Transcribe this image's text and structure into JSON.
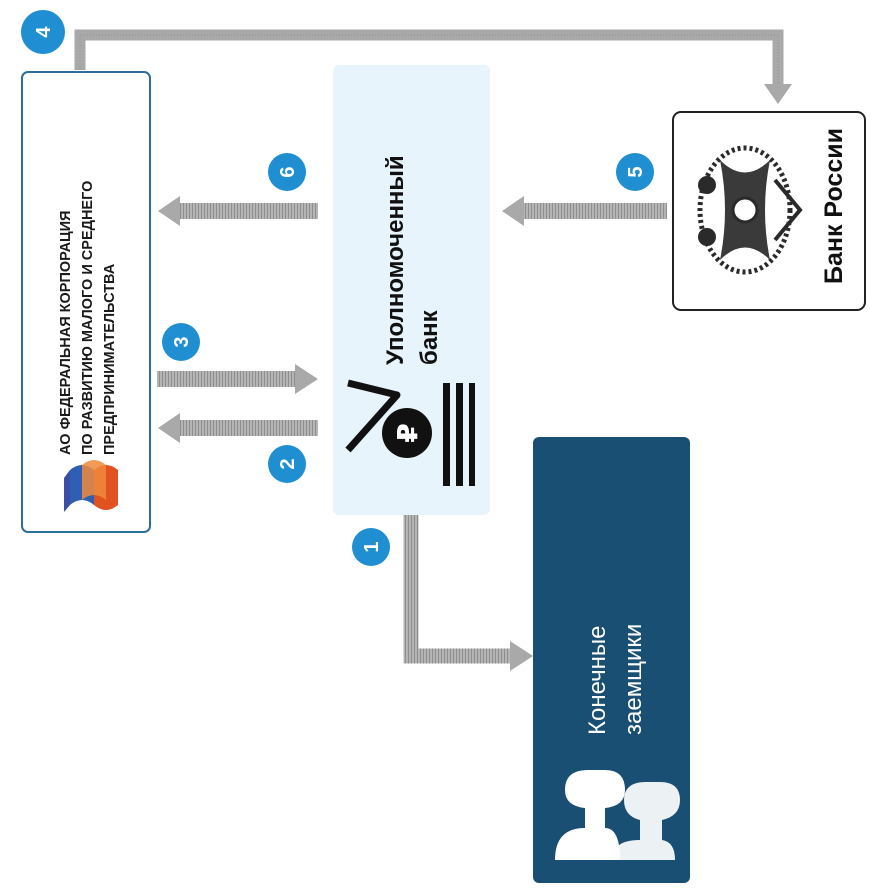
{
  "nodes": {
    "msp_corporation": {
      "lines": [
        "АО ФЕДЕРАЛЬНАЯ КОРПОРАЦИЯ",
        "ПО РАЗВИТИЮ МАЛОГО И СРЕДНЕГО",
        "ПРЕДПРИНИМАТЕЛЬСТВА"
      ],
      "icon": "russian-flag-icon"
    },
    "authorized_bank": {
      "lines": [
        "Уполномоченный",
        "банк"
      ],
      "icon": "ruble-bank-icon",
      "currency_symbol": "₽"
    },
    "bank_of_russia": {
      "seal_text": "Банк России",
      "icon": "double-headed-eagle-icon"
    },
    "end_borrowers": {
      "lines": [
        "Конечные",
        "заемщики"
      ],
      "icon": "people-silhouette-icon"
    }
  },
  "steps": [
    "1",
    "2",
    "3",
    "4",
    "5",
    "6"
  ],
  "colors": {
    "badge": "#1f8fd1",
    "arrow": "#a9a9a9",
    "bank_panel": "#e7f4fb",
    "borrowers_panel": "#184f73",
    "msp_border": "#2e6f99"
  }
}
